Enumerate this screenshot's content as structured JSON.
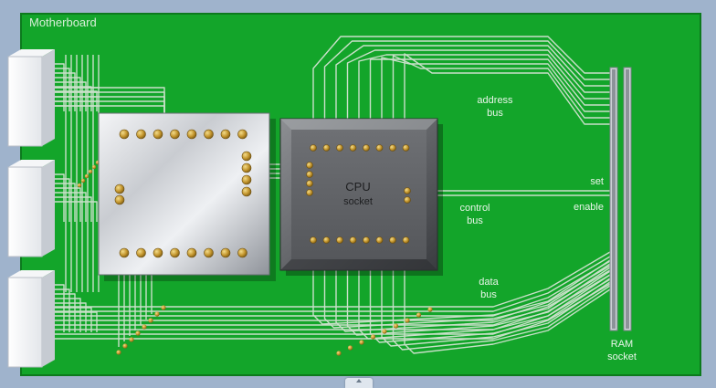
{
  "board": {
    "title": "Motherboard",
    "color": "#13a52a",
    "trace_color": "#c9e0c9"
  },
  "cpu": {
    "label_line1": "CPU",
    "label_line2": "socket"
  },
  "ram": {
    "label_line1": "RAM",
    "label_line2": "socket"
  },
  "buses": {
    "address_line1": "address",
    "address_line2": "bus",
    "control_line1": "control",
    "control_line2": "bus",
    "data_line1": "data",
    "data_line2": "bus",
    "set_label": "set",
    "enable_label": "enable"
  },
  "icons": {
    "scroll_handle": "chevron-up-icon"
  }
}
